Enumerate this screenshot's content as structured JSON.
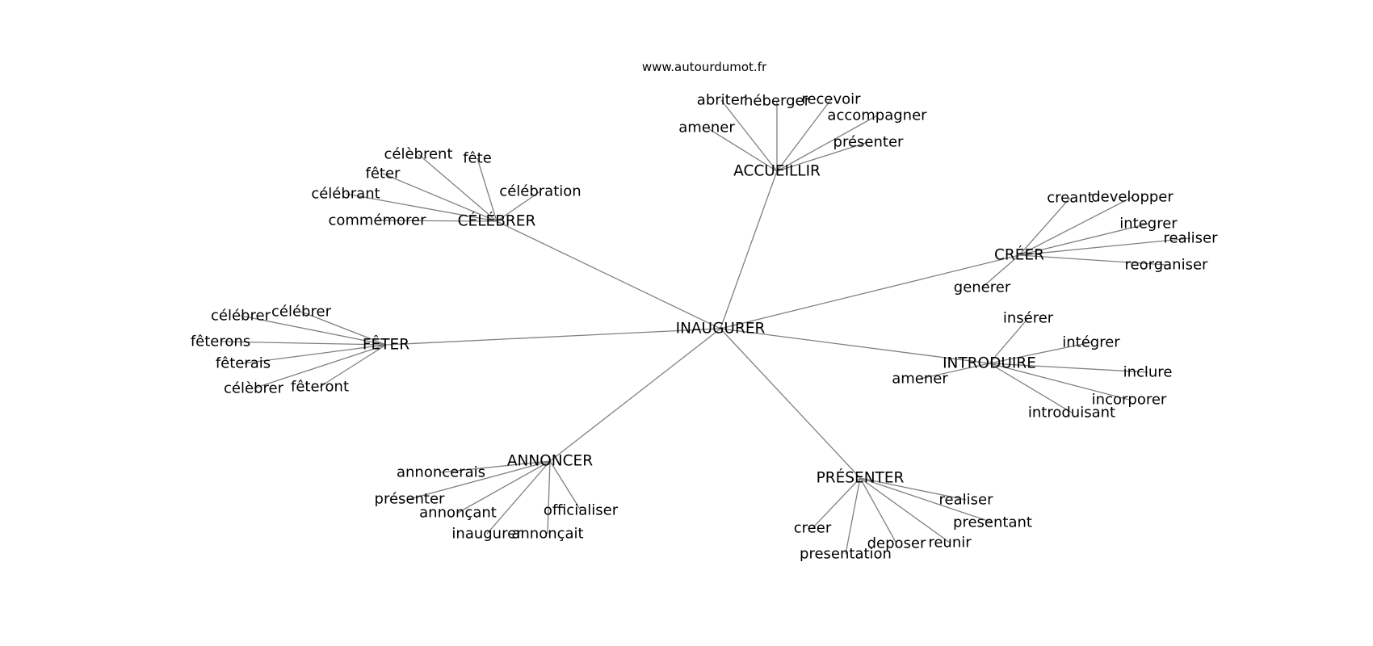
{
  "source_text": "www.autourdumot.fr",
  "root": "INAUGURER",
  "clusters": [
    {
      "hub": "ACCUEILLIR",
      "words": [
        "abriter",
        "héberger",
        "recevoir",
        "accompagner",
        "présenter",
        "amener"
      ]
    },
    {
      "hub": "CÉLÉBRER",
      "words": [
        "célèbrent",
        "fête",
        "fêter",
        "célébration",
        "célébrant",
        "commémorer"
      ]
    },
    {
      "hub": "CRÉER",
      "words": [
        "creant",
        "developper",
        "integrer",
        "realiser",
        "reorganiser",
        "generer"
      ]
    },
    {
      "hub": "FÊTER",
      "words": [
        "célébrer",
        "célébrer",
        "fêterons",
        "fêterais",
        "célèbrer",
        "fêteront"
      ]
    },
    {
      "hub": "INTRODUIRE",
      "words": [
        "insérer",
        "intégrer",
        "inclure",
        "incorporer",
        "introduisant",
        "amener"
      ]
    },
    {
      "hub": "ANNONCER",
      "words": [
        "annoncerais",
        "présenter",
        "annonçant",
        "officialiser",
        "inaugurer",
        "annonçait"
      ]
    },
    {
      "hub": "PRÉSENTER",
      "words": [
        "realiser",
        "presentant",
        "creer",
        "presentation",
        "deposer",
        "reunir"
      ]
    }
  ]
}
